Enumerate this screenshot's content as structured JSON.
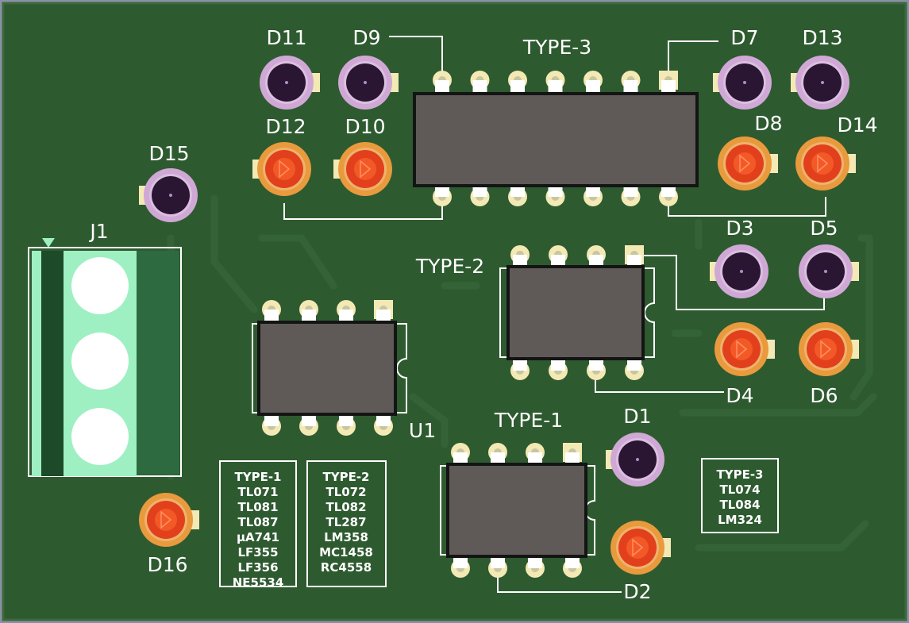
{
  "board": {
    "colors": {
      "background": "#8c90a6",
      "soldermask": "#2e5a30",
      "silkscreen": "#ffffff",
      "ic_body": "#5f5a58",
      "pad": "#f3e9b4",
      "led_off_ring": "#cfa8d6",
      "led_off_lens": "#2a1632",
      "led_on_ring": "#e89a3c",
      "led_on_lens": "#e2401c",
      "terminal_body": "#9ef0c2"
    }
  },
  "ic_labels": {
    "type3": "TYPE-3",
    "type2": "TYPE-2",
    "type1": "TYPE-1",
    "u1": "U1"
  },
  "connector": {
    "label": "J1"
  },
  "leds": [
    {
      "ref": "D1",
      "state": "off"
    },
    {
      "ref": "D2",
      "state": "on"
    },
    {
      "ref": "D3",
      "state": "off"
    },
    {
      "ref": "D4",
      "state": "on"
    },
    {
      "ref": "D5",
      "state": "off"
    },
    {
      "ref": "D6",
      "state": "on"
    },
    {
      "ref": "D7",
      "state": "off"
    },
    {
      "ref": "D8",
      "state": "on"
    },
    {
      "ref": "D9",
      "state": "off"
    },
    {
      "ref": "D10",
      "state": "on"
    },
    {
      "ref": "D11",
      "state": "off"
    },
    {
      "ref": "D12",
      "state": "on"
    },
    {
      "ref": "D13",
      "state": "off"
    },
    {
      "ref": "D14",
      "state": "on"
    },
    {
      "ref": "D15",
      "state": "off"
    },
    {
      "ref": "D16",
      "state": "on"
    }
  ],
  "compat_tables": [
    {
      "title": "TYPE-1",
      "parts": [
        "TL071",
        "TL081",
        "TL087",
        "µA741",
        "LF355",
        "LF356",
        "NE5534"
      ]
    },
    {
      "title": "TYPE-2",
      "parts": [
        "TL072",
        "TL082",
        "TL287",
        "LM358",
        "MC1458",
        "RC4558"
      ]
    },
    {
      "title": "TYPE-3",
      "parts": [
        "TL074",
        "TL084",
        "LM324"
      ]
    }
  ]
}
